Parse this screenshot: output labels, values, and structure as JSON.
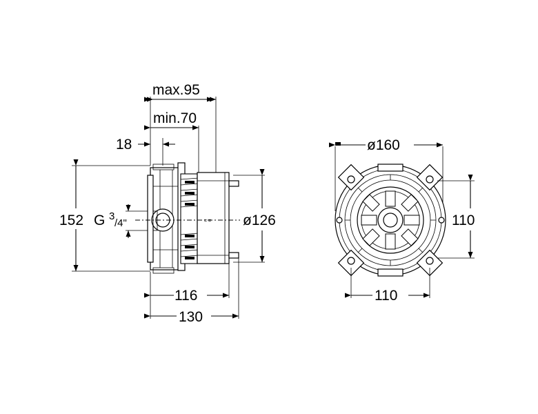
{
  "side_view": {
    "max_depth": "max.95",
    "min_depth": "min.70",
    "inlet_offset": "18",
    "height": "152",
    "thread_prefix": "G",
    "thread_sup": "3",
    "thread_sub": "/4\"",
    "flange_diameter": "ø126",
    "body_depth": "116",
    "total_depth": "130"
  },
  "front_view": {
    "outer_diameter": "ø160",
    "vertical_spacing": "110",
    "horizontal_spacing": "110"
  }
}
